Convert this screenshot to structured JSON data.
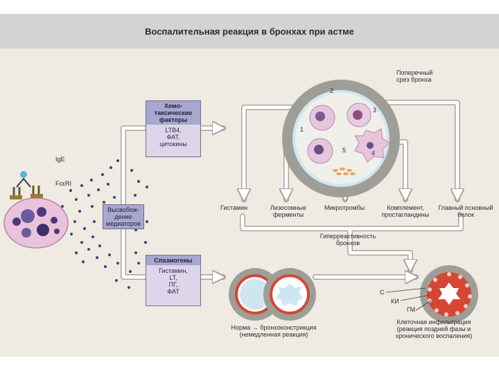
{
  "title": "Воспалительная реакция в бронхах при астме",
  "mast_cell_labels": {
    "ige": "IgE",
    "fceri": "FcεRI"
  },
  "released_mediators": {
    "line1": "Высвобож-",
    "line2": "дение",
    "line3": "медиаторов"
  },
  "chemotactic": {
    "head": [
      "Хемо-",
      "таксические",
      "факторы"
    ],
    "body": [
      "LTB4,",
      "ФАТ,",
      "цитокины"
    ]
  },
  "spasmogens": {
    "head": "Спазмогены",
    "body": [
      "Гистамин,",
      "LT,",
      "ПГ,",
      "ФАТ"
    ]
  },
  "cross_section": {
    "line1": "Поперечный",
    "line2": "срез бронха"
  },
  "cell_numbers": [
    "1",
    "2",
    "3",
    "4",
    "5"
  ],
  "effects": {
    "histamine": "Гистамин",
    "lysosomal": [
      "Лизосомные",
      "ферменты"
    ],
    "microthrombi": "Микротромбы",
    "complement": [
      "Комплемент,",
      "простагландины"
    ],
    "major_basic": [
      "Главный основный",
      "белок"
    ]
  },
  "hyperreactivity": [
    "Гиперреактивность",
    "бронхов"
  ],
  "bronchoconstriction": [
    "Норма → бронхоконстрикция",
    "(немедленная реакция)"
  ],
  "infiltration_markers": {
    "c": "С",
    "ki": "КИ",
    "gm": "ГМ"
  },
  "infiltration": [
    "Клеточная инфильтрация",
    "(реакция поздней фазы и",
    "хронического воспаления)"
  ],
  "colors": {
    "arrow": "#ffffff",
    "arrow_edge": "#a9a39b",
    "box_head": "#a8a7cf",
    "box_body": "#ddd6ea",
    "wall": "#9e9e96",
    "lumen": "#cfe6f2",
    "muscle_red": "#d64634",
    "mast_cell": "#e9c2dc",
    "granule": "#4c3a78"
  }
}
